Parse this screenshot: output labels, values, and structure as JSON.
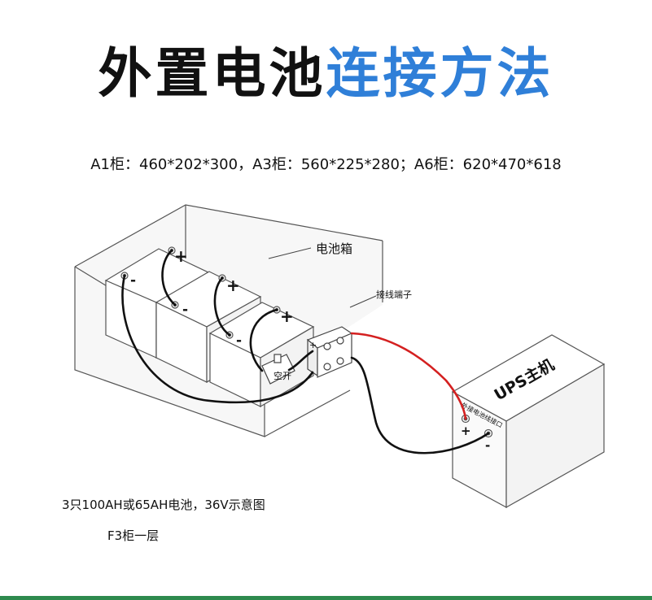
{
  "header": {
    "title_part1": "外置电池",
    "title_part2": "连接方法",
    "title_part2_color": "#2f7fd8"
  },
  "spec_line": "A1柜：460*202*300，A3柜：560*225*280；A6柜：620*470*618",
  "diagram": {
    "battery_box_label": "电池箱",
    "terminal_label": "接线端子",
    "breaker_label": "空开",
    "ups_label": "UPS主机",
    "ups_port_label": "外接电池线接口",
    "plus": "+",
    "minus": "-",
    "wire_colors": {
      "positive": "#d42020",
      "negative": "#111111"
    }
  },
  "notes": {
    "line1": "3只100AH或65AH电池，36V示意图",
    "line2": "F3柜一层"
  }
}
